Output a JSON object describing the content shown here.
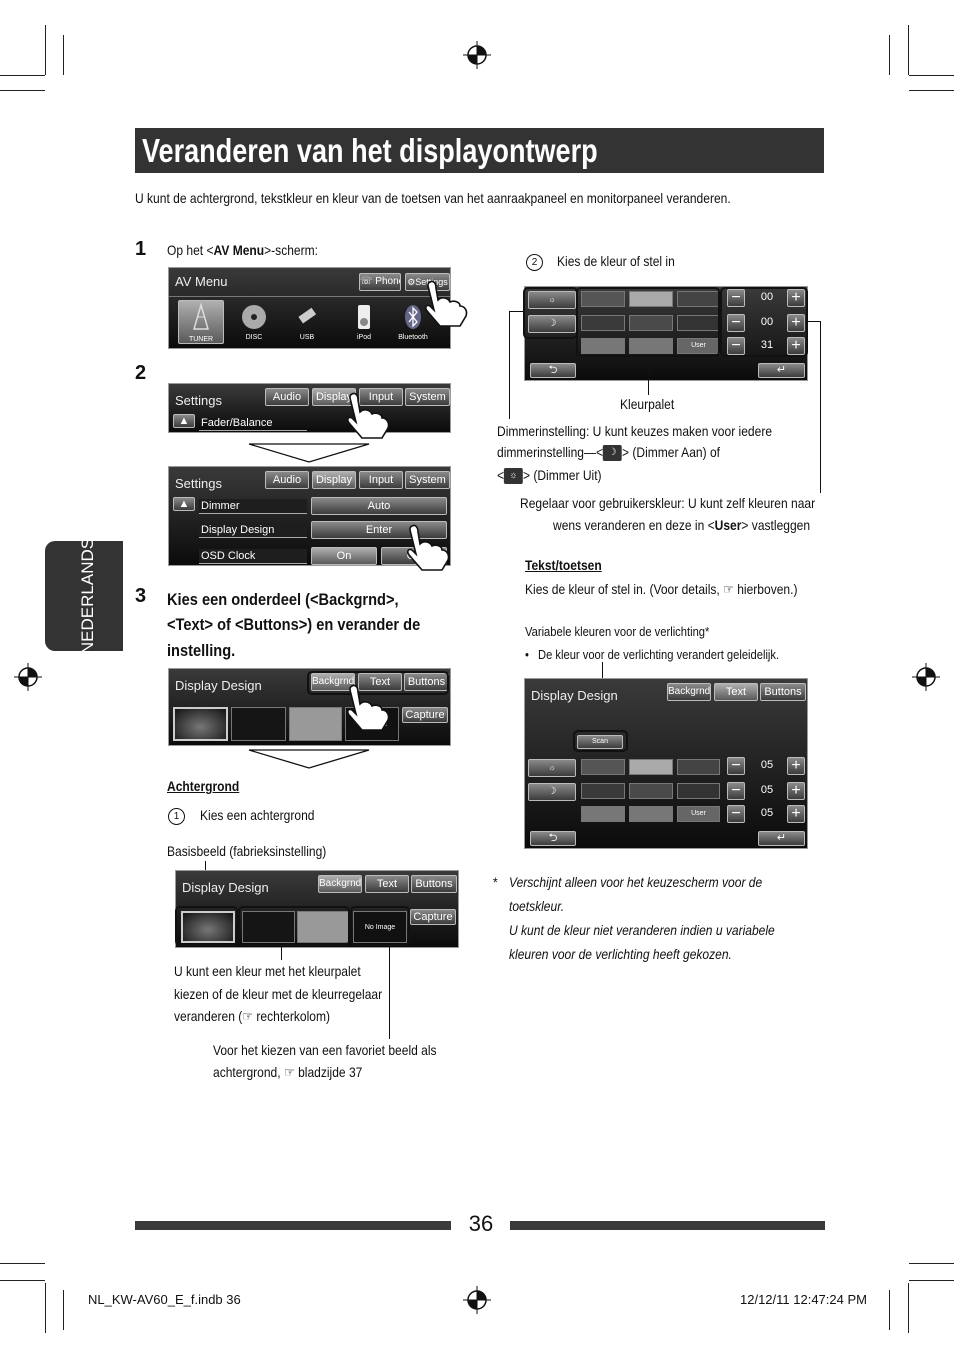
{
  "title": "Veranderen van het displayontwerp",
  "intro": "U kunt de achtergrond, tekstkleur en kleur van de toetsen van het aanraakpaneel en monitorpaneel veranderen.",
  "sidebar_label": "NEDERLANDS",
  "steps": {
    "s1_num": "1",
    "s1_pre": "Op het <",
    "s1_bold": "AV Menu",
    "s1_post": ">-scherm:",
    "s2_num": "2",
    "s3_num": "3",
    "s3_text_line1": "Kies een onderdeel (<Backgrnd>,",
    "s3_text_line2": "<Text> of <Buttons>) en verander de",
    "s3_text_line3": "instelling."
  },
  "av_menu": {
    "title": "AV Menu",
    "phone": "Phone",
    "settings": "Settings",
    "sources": [
      "TUNER",
      "DISC",
      "USB",
      "iPod",
      "Bluetooth"
    ]
  },
  "settings1": {
    "title": "Settings",
    "tabs": [
      "Audio",
      "Display",
      "Input",
      "System"
    ],
    "row": "Fader/Balance"
  },
  "settings2": {
    "title": "Settings",
    "tabs": [
      "Audio",
      "Display",
      "Input",
      "System"
    ],
    "rows": [
      {
        "label": "Dimmer",
        "value": "Auto"
      },
      {
        "label": "Display Design",
        "value": "Enter"
      },
      {
        "label": "OSD Clock",
        "value": "On",
        "value2": "Off"
      }
    ]
  },
  "display_design": {
    "title": "Display Design",
    "tabs": [
      "Backgrnd",
      "Text",
      "Buttons"
    ],
    "capture": "Capture",
    "no_image": "No Image"
  },
  "achtergrond": {
    "heading": "Achtergrond",
    "num": "1",
    "step": "Kies een achtergrond",
    "default_label": "Basisbeeld (fabrieksinstelling)",
    "note1_l1": "U kunt een kleur met het kleurpalet",
    "note1_l2": "kiezen of de kleur met de kleurregelaar",
    "note1_l3": "veranderen (☞ rechterkolom)",
    "note2_l1": "Voor het kiezen van een favoriet beeld als",
    "note2_l2": "achtergrond, ☞ bladzijde 37"
  },
  "right": {
    "num2": "2",
    "step2": "Kies de kleur of stel in",
    "palette_label": "Kleurpalet",
    "dimmer_l1": "Dimmerinstelling: U kunt keuzes maken voor iedere",
    "dimmer_l2a": "dimmerinstelling—<",
    "dimmer_l2b": "> (Dimmer Aan) of",
    "dimmer_l3a": "<",
    "dimmer_l3b": "> (Dimmer Uit)",
    "user_l1": "Regelaar voor gebruikerskleur: U kunt zelf kleuren naar",
    "user_l2a": "wens veranderen en deze in <",
    "user_l2b": "User",
    "user_l2c": "> vastleggen",
    "tekst_heading": "Tekst/toetsen",
    "tekst_body": "Kies de kleur of stel in. (Voor details, ☞ hierboven.)",
    "variabel": "Variabele kleuren voor de verlichting*",
    "variabel_bullet": "•",
    "variabel_item": "De kleur voor de verlichting verandert geleidelijk.",
    "fn_star": "*",
    "fn_l1": "Verschijnt alleen voor het keuzescherm voor de",
    "fn_l2": "toetskleur.",
    "fn_l3": "U kunt de kleur niet veranderen indien u variabele",
    "fn_l4": "kleuren voor de verlichting heeft gekozen."
  },
  "color_panel1": {
    "values": [
      "00",
      "00",
      "31"
    ],
    "user": "User"
  },
  "color_panel2": {
    "values": [
      "05",
      "05",
      "05"
    ],
    "user": "User",
    "scan": "Scan"
  },
  "page_number": "36",
  "footer": {
    "file": "NL_KW-AV60_E_f.indb   36",
    "date": "12/12/11   12:47:24 PM"
  },
  "colors": {
    "title_bar": "#333333",
    "sidebar": "#333333",
    "footer_bar": "#3a3a3a"
  }
}
